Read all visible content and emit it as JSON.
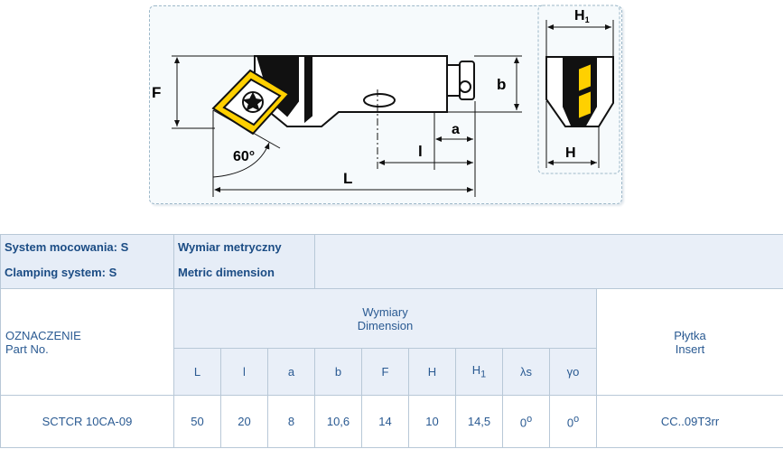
{
  "drawing": {
    "labels": {
      "F": "F",
      "b": "b",
      "a": "a",
      "l": "l",
      "L": "L",
      "angle": "60°",
      "H1": "H",
      "H1_sub": "1",
      "H": "H"
    }
  },
  "table": {
    "header": {
      "system_pl": "System mocowania: S",
      "system_en": "Clamping system: S",
      "dimension_pl": "Wymiar metryczny",
      "dimension_en": "Metric dimension"
    },
    "designation_pl": "OZNACZENIE",
    "designation_en": "Part No.",
    "dimensions_pl": "Wymiary",
    "dimensions_en": "Dimension",
    "insert_pl": "Płytka",
    "insert_en": "Insert",
    "columns": {
      "L": "L",
      "l": "l",
      "a": "a",
      "b": "b",
      "F": "F",
      "H": "H",
      "H1": "H",
      "H1_sub": "1",
      "lambda": "λs",
      "gamma": "γo"
    },
    "row": {
      "part_no": "SCTCR 10CA-09",
      "L": "50",
      "l": "20",
      "a": "8",
      "b": "10,6",
      "F": "14",
      "H": "10",
      "H1": "14,5",
      "lambda": "0",
      "lambda_sup": "o",
      "gamma": "0",
      "gamma_sup": "o",
      "insert": "CC..09T3rr"
    }
  }
}
